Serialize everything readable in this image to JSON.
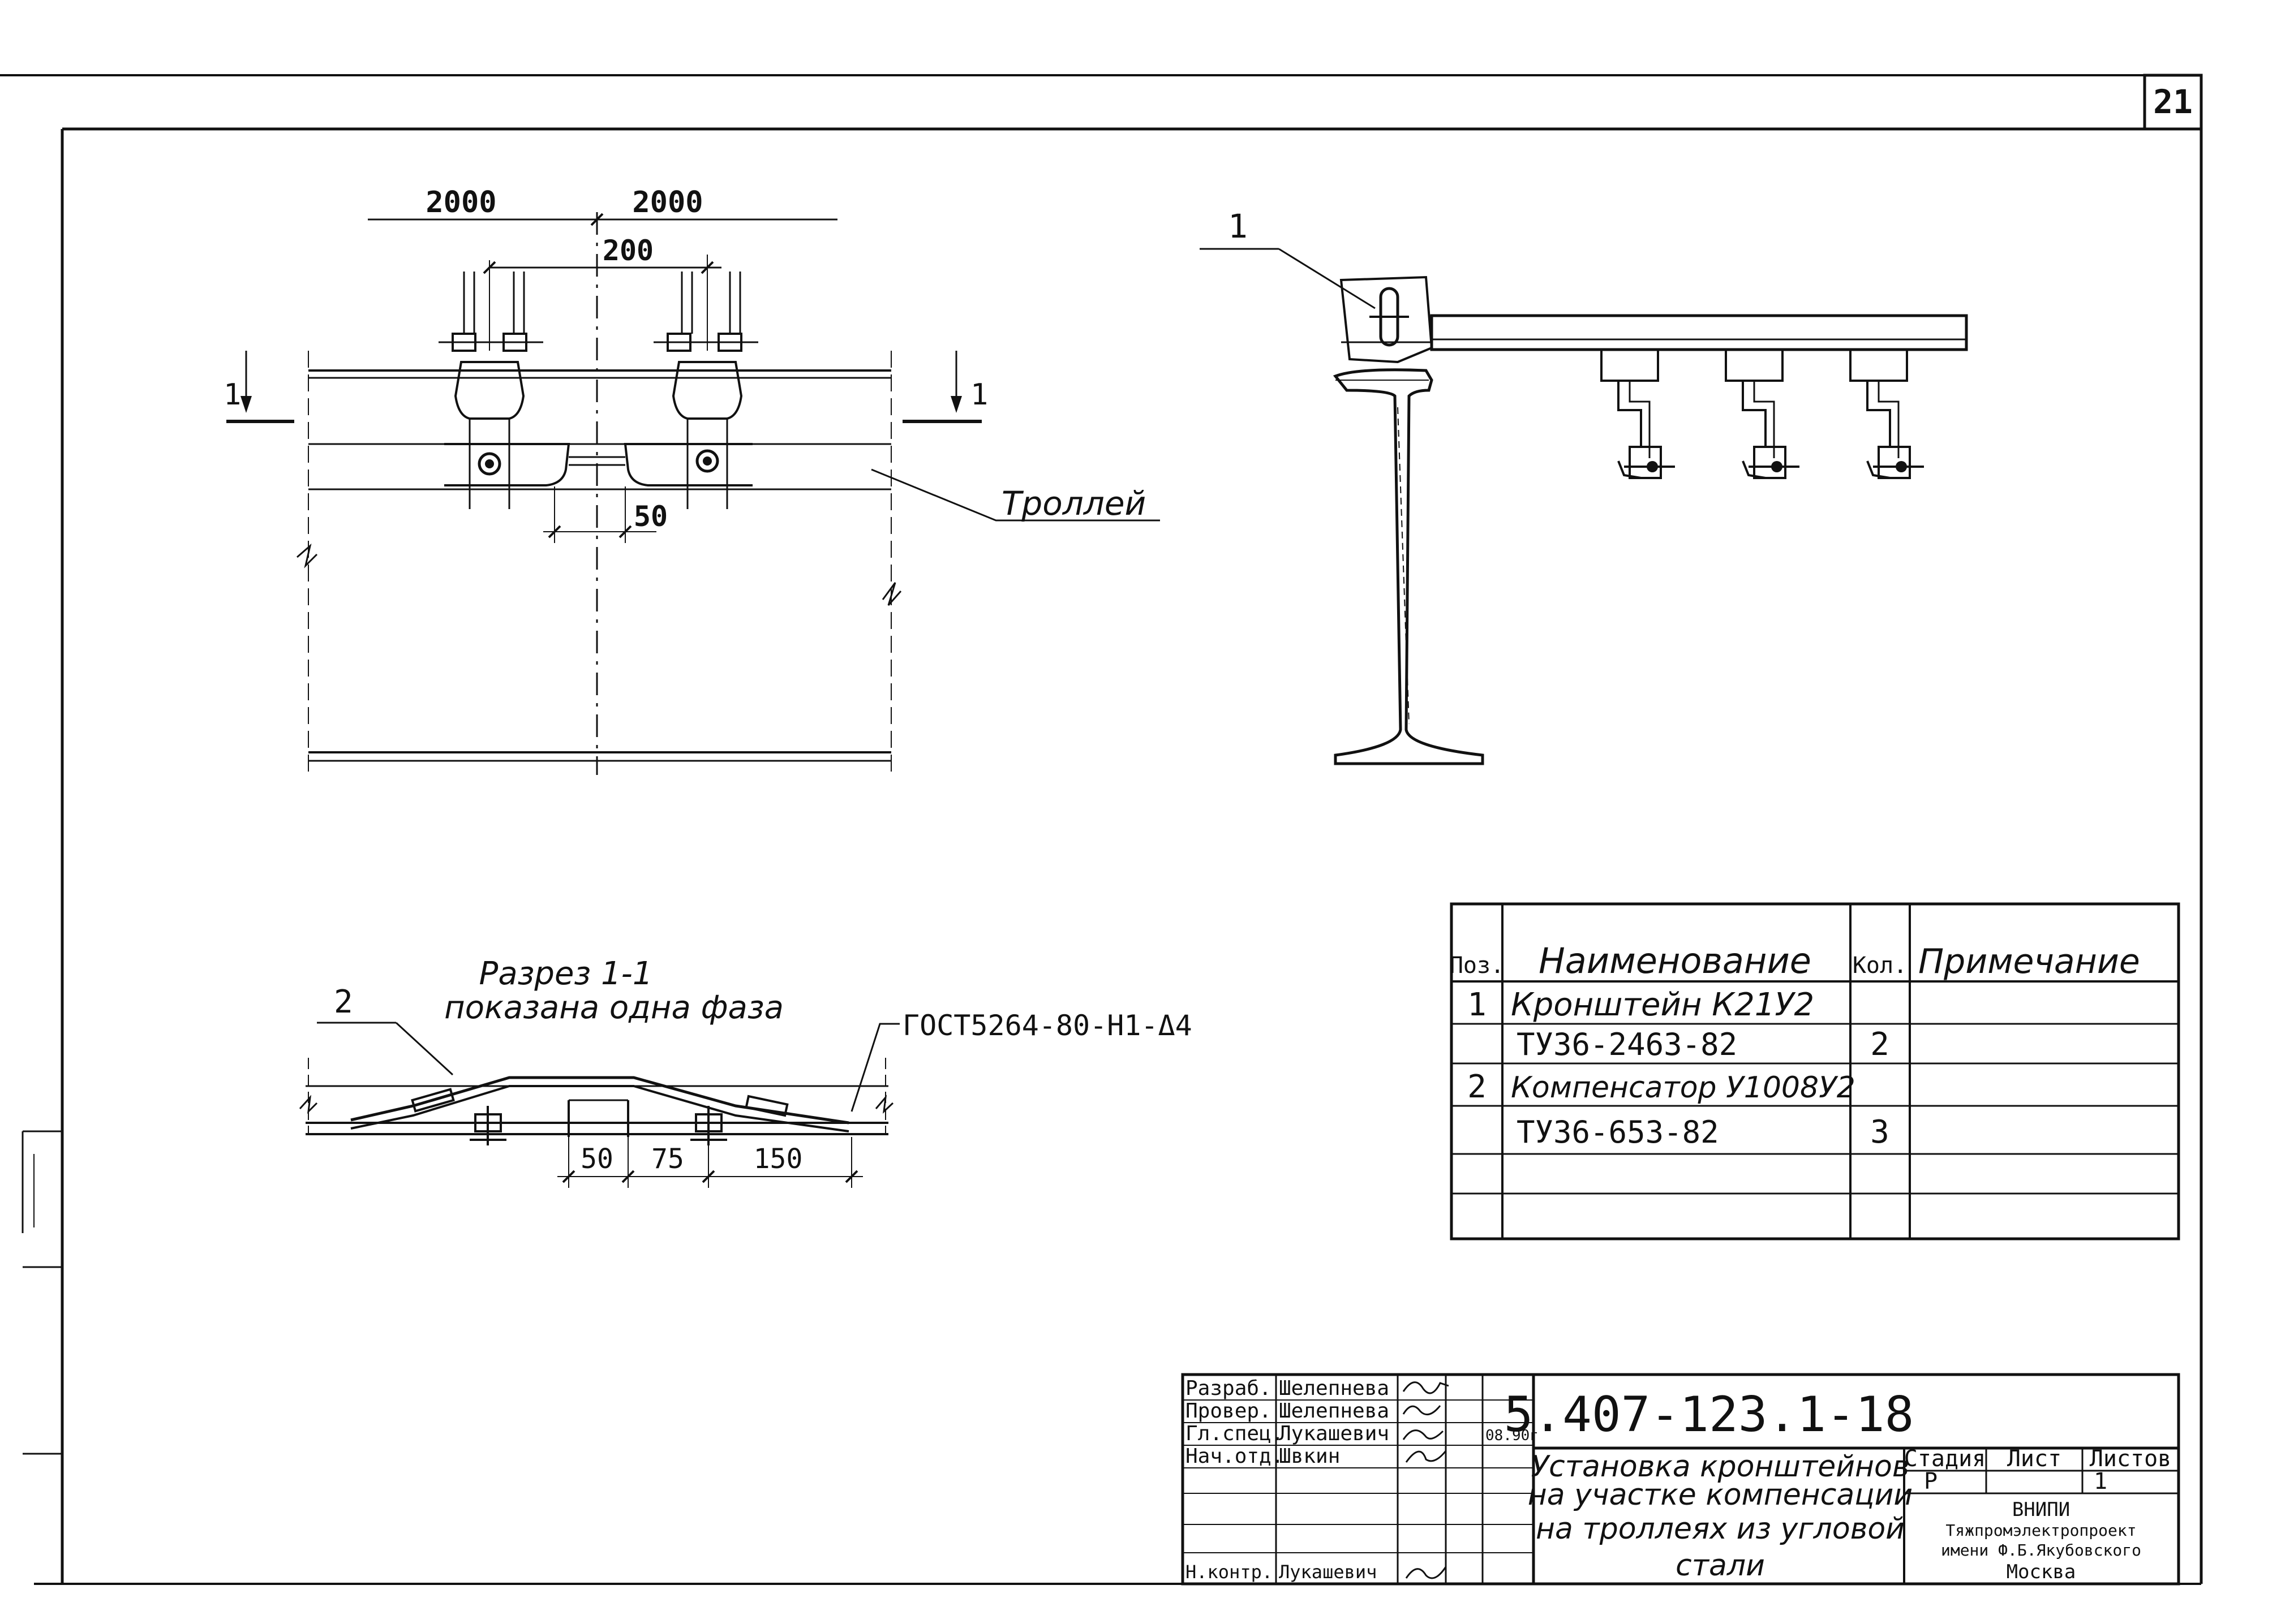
{
  "sheet": {
    "page_number": "21"
  },
  "plan_view": {
    "dim_left": "2000",
    "dim_right": "2000",
    "dim_between_clamps": "200",
    "dim_gap": "50",
    "section_mark_left": "1",
    "section_mark_right": "1",
    "trolley_label": "Троллей"
  },
  "side_view": {
    "callout": "1"
  },
  "section_view": {
    "title_line1": "Разрез 1-1",
    "title_line2": "показана одна фаза",
    "callout": "2",
    "weld_spec": "ГОСТ5264-80-Н1-Δ4",
    "dim_a": "50",
    "dim_b": "75",
    "dim_c": "150"
  },
  "spec_table": {
    "headers": [
      "Поз.",
      "Наименование",
      "Кол.",
      "Примечание"
    ],
    "rows": [
      [
        "1",
        "Кронштейн К21У2",
        "",
        ""
      ],
      [
        "",
        "ТУ36-2463-82",
        "2",
        ""
      ],
      [
        "2",
        "Компенсатор У1008У2",
        "",
        ""
      ],
      [
        "",
        "ТУ36-653-82",
        "3",
        ""
      ],
      [
        "",
        "",
        "",
        ""
      ],
      [
        "",
        "",
        "",
        ""
      ]
    ]
  },
  "title_block": {
    "doc_code": "5.407-123.1-18",
    "roles": [
      {
        "role": "Разраб.",
        "name": "Шелепнева"
      },
      {
        "role": "Провер.",
        "name": "Шелепнева"
      },
      {
        "role": "Гл.спец.",
        "name": "Лукашевич"
      },
      {
        "role": "Нач.отд.",
        "name": "Швкин"
      },
      {
        "role": "",
        "name": ""
      },
      {
        "role": "",
        "name": ""
      },
      {
        "role": "",
        "name": ""
      },
      {
        "role": "Н.контр.",
        "name": "Лукашевич"
      }
    ],
    "date": "08.90г",
    "title_lines": [
      "Установка кронштейнов",
      "на участке компенсации",
      "на троллеях из угловой",
      "стали"
    ],
    "stage_header": "Стадия",
    "sheet_header": "Лист",
    "sheets_header": "Листов",
    "stage_value": "Р",
    "sheet_value": "1",
    "org_lines": [
      "ВНИПИ",
      "Тяжпромэлектропроект",
      "имени Ф.Б.Якубовского",
      "Москва"
    ]
  }
}
